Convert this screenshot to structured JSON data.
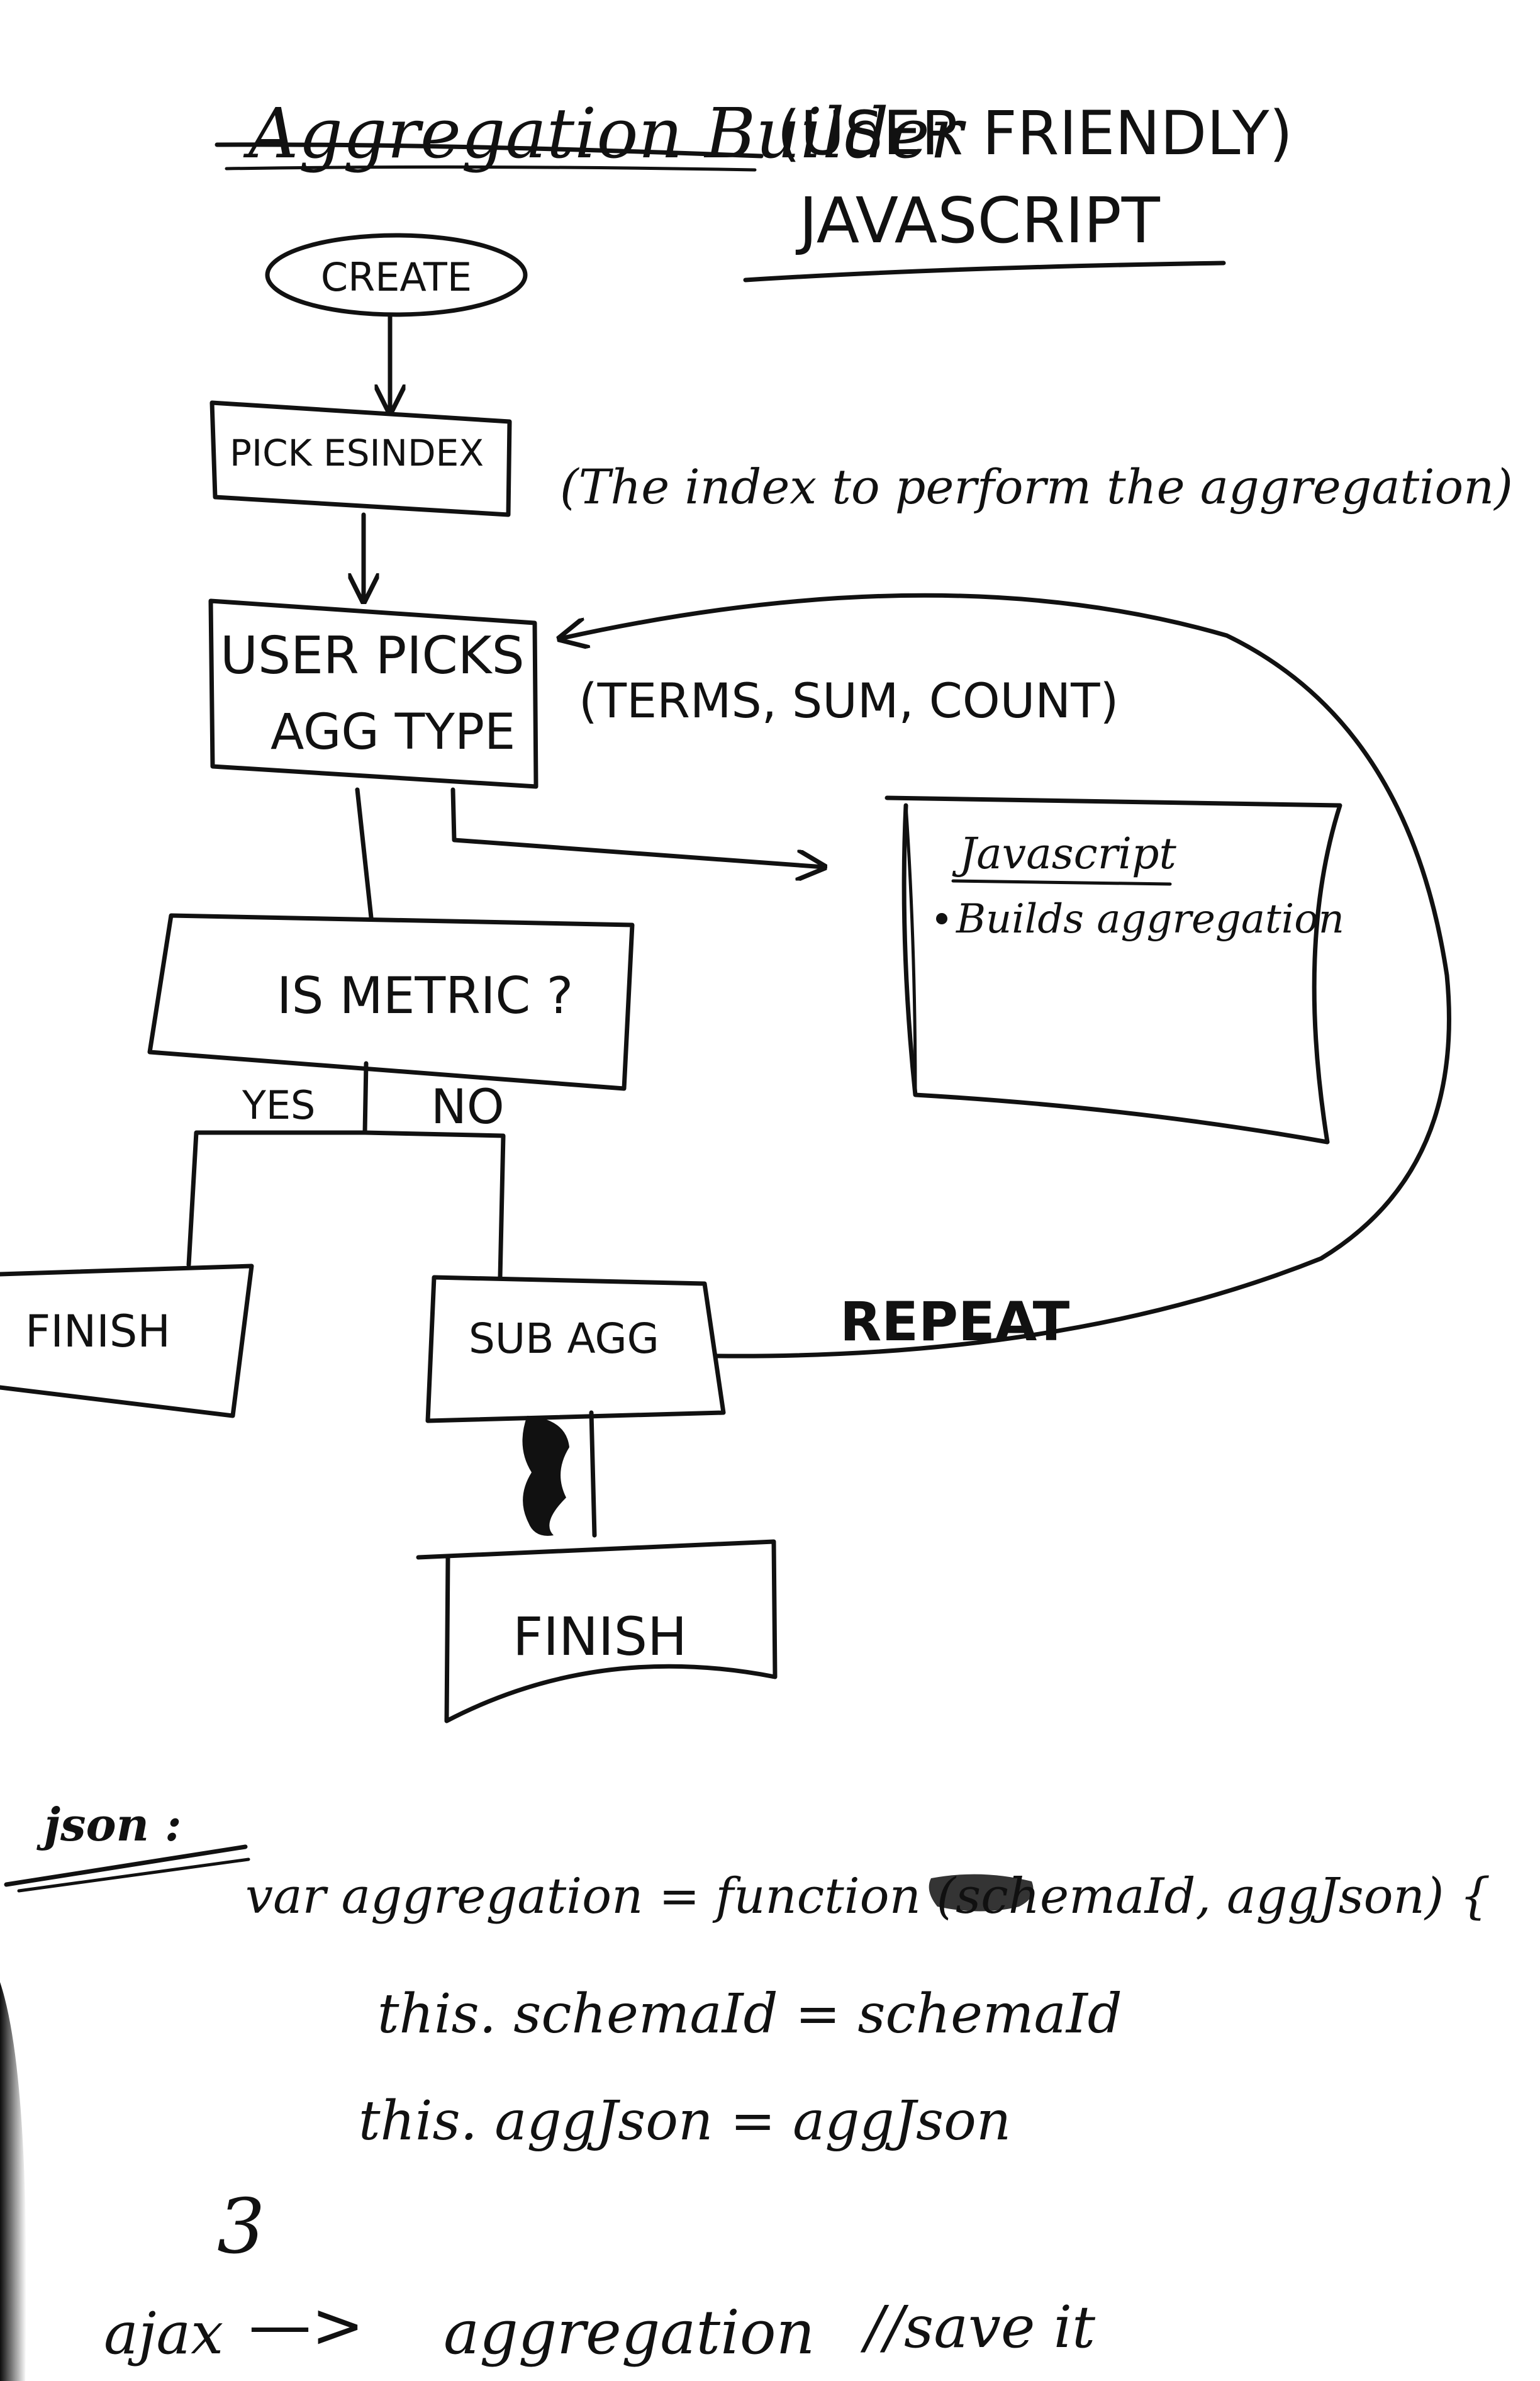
{
  "header": {
    "title": "Aggregation Builder",
    "subtitle": "(USER FRIENDLY)",
    "language": "JAVASCRIPT"
  },
  "flow": {
    "start": "CREATE",
    "pick_index": "PICK ESINDEX",
    "pick_index_note": "(The index to perform the aggregation)",
    "user_picks_line1": "USER PICKS",
    "user_picks_line2": "AGG TYPE",
    "agg_types_note": "(TERMS, SUM, COUNT)",
    "decision": "IS METRIC ?",
    "yes_label": "YES",
    "no_label": "NO",
    "finish_left": "FINISH",
    "sub_agg": "SUB AGG",
    "repeat_label": "REPEAT",
    "finish_bottom": "FINISH"
  },
  "note_card": {
    "heading": "Javascript",
    "bullet": "Builds aggregation"
  },
  "code": {
    "label": "json :",
    "line1_prefix": "var aggregation = function (",
    "line1_param1": "schemaId",
    "line1_suffix": ", aggJson) {",
    "line2": "this. schemaId = schemaId",
    "line3": "this. aggJson = aggJson",
    "step_number": "3",
    "line4_left": "ajax",
    "line4_arrow": "—>",
    "line4_right": "aggregation",
    "line4_comment": "//save it"
  },
  "colors": {
    "ink": "#111111",
    "paper": "#ffffff"
  }
}
